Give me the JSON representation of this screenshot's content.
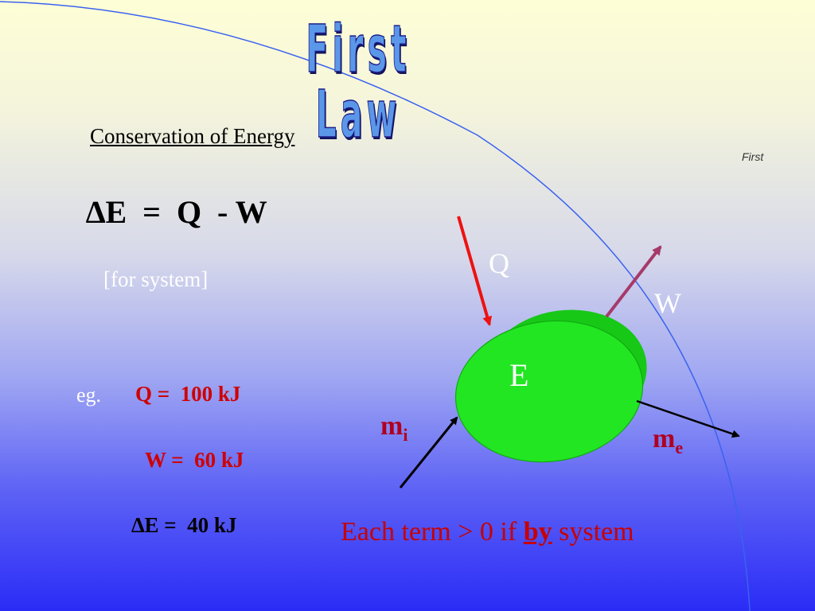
{
  "slide": {
    "title": "First Law",
    "subtitle": "Conservation  of Energy",
    "corner_label": "First",
    "equation": "∆E  =  Q  - W",
    "system_note": "[for system]",
    "example": {
      "prefix": "eg.",
      "q_line": "Q =  100 kJ",
      "w_line": "W =  60 kJ",
      "e_line": "∆E =  40 kJ"
    },
    "diagram": {
      "q_label": "Q",
      "w_label": "W",
      "e_label": "E",
      "mi_base": "m",
      "mi_sub": "i",
      "me_base": "m",
      "me_sub": "e"
    },
    "sign_rule": {
      "before": "Each term > 0 if ",
      "emphasis": "by",
      "after": " system"
    }
  },
  "colors": {
    "blob": "#22e622",
    "q_arrow": "#ee1111",
    "w_arrow": "#a63a6a",
    "mass_arrows": "#000000",
    "curve": "#3a62f0",
    "accent_red": "#c80000"
  }
}
